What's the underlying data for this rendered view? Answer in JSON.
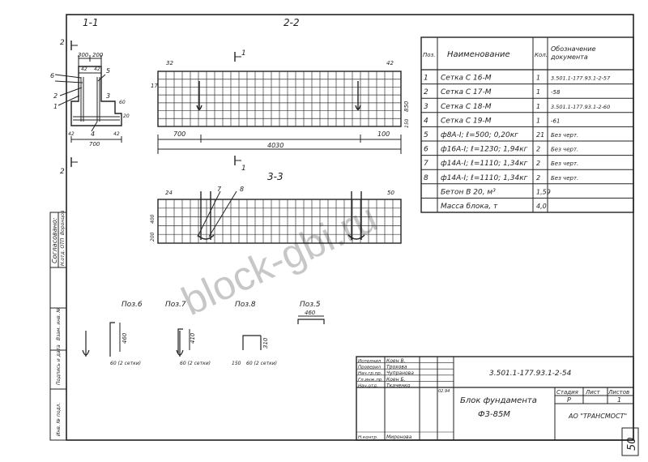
{
  "sections": {
    "s11": "1-1",
    "s22": "2-2",
    "s33": "3-3"
  },
  "section_marks": {
    "m1": "1",
    "m2": "2"
  },
  "view11": {
    "callouts": [
      "1",
      "2",
      "3",
      "4",
      "5",
      "6"
    ],
    "dims": {
      "top": "300",
      "top2": "200",
      "a": "42",
      "b": "42",
      "c": "60",
      "d": "42",
      "e": "42",
      "f": "20",
      "bottom": "700"
    }
  },
  "view22": {
    "d32": "32",
    "d42": "42",
    "d17": "17",
    "d850": "850",
    "d150": "150",
    "d700": "700",
    "d4030": "4030",
    "d100": "100"
  },
  "view33": {
    "callouts": [
      "7",
      "8"
    ],
    "d24": "24",
    "d50": "50",
    "d400": "400",
    "d200": "200"
  },
  "positions": [
    {
      "label": "Поз.6",
      "dims": [
        "460",
        "60 (2 сетки)"
      ]
    },
    {
      "label": "Поз.7",
      "dims": [
        "410",
        "60 (2 сетки)"
      ]
    },
    {
      "label": "Поз.8",
      "dims": [
        "310",
        "150",
        "60 (2 сетки)"
      ]
    },
    {
      "label": "Поз.5",
      "dims": [
        "460"
      ]
    }
  ],
  "spec": {
    "headers": [
      "Поз.",
      "Наименование",
      "Кол.",
      "Обозначение документа"
    ],
    "rows": [
      [
        "1",
        "Сетка С 16-М",
        "1",
        "3.501.1-177.93.1-2-57"
      ],
      [
        "2",
        "Сетка С 17-М",
        "1",
        "-58"
      ],
      [
        "3",
        "Сетка С 18-М",
        "1",
        "3.501.1-177.93.1-2-60"
      ],
      [
        "4",
        "Сетка С 19-М",
        "1",
        "-61"
      ],
      [
        "5",
        "ф8А-I; ℓ=500; 0,20кг",
        "21",
        "Без черт."
      ],
      [
        "6",
        "ф16А-I; ℓ=1230; 1,94кг",
        "2",
        "Без черт."
      ],
      [
        "7",
        "ф14А-I; ℓ=1110; 1,34кг",
        "2",
        "Без черт."
      ],
      [
        "8",
        "ф14А-I; ℓ=1110; 1,34кг",
        "2",
        "Без черт."
      ],
      [
        "",
        "Бетон В 20,   м³",
        "1,59",
        ""
      ],
      [
        "",
        "Масса блока,   т",
        "4,0",
        ""
      ]
    ]
  },
  "title_block": {
    "code": "3.501.1-177.93.1-2-54",
    "name_line1": "Блок фундамента",
    "name_line2": "Ф3-85М",
    "stage_hdr": "Стадия",
    "sheet_hdr": "Лист",
    "sheets_hdr": "Листов",
    "stage": "Р",
    "sheets": "1",
    "org": "АО \"ТРАНСМОСТ\"",
    "date": "02.94",
    "people": [
      {
        "role": "Исполнил",
        "name": "Коен В."
      },
      {
        "role": "Проверил",
        "name": "Трохова"
      },
      {
        "role": "Нач.гр.пр.",
        "name": "Чупранова"
      },
      {
        "role": "Гл.инж.пр.",
        "name": "Коен Б."
      },
      {
        "role": "Нач.отд.",
        "name": "Ткаченко"
      },
      {
        "role": "Н.контр.",
        "name": "Миронова"
      }
    ]
  },
  "left_strip": {
    "agreed": "Согласовано:",
    "agreed2": "Н.отд. ОТП",
    "agreed_name": "Воронцов",
    "inv": "Инв. № подл.",
    "sign": "Подпись и дата",
    "vzam": "Взам. инв. №"
  },
  "watermark": "block-gbi.ru",
  "page_number": "50"
}
